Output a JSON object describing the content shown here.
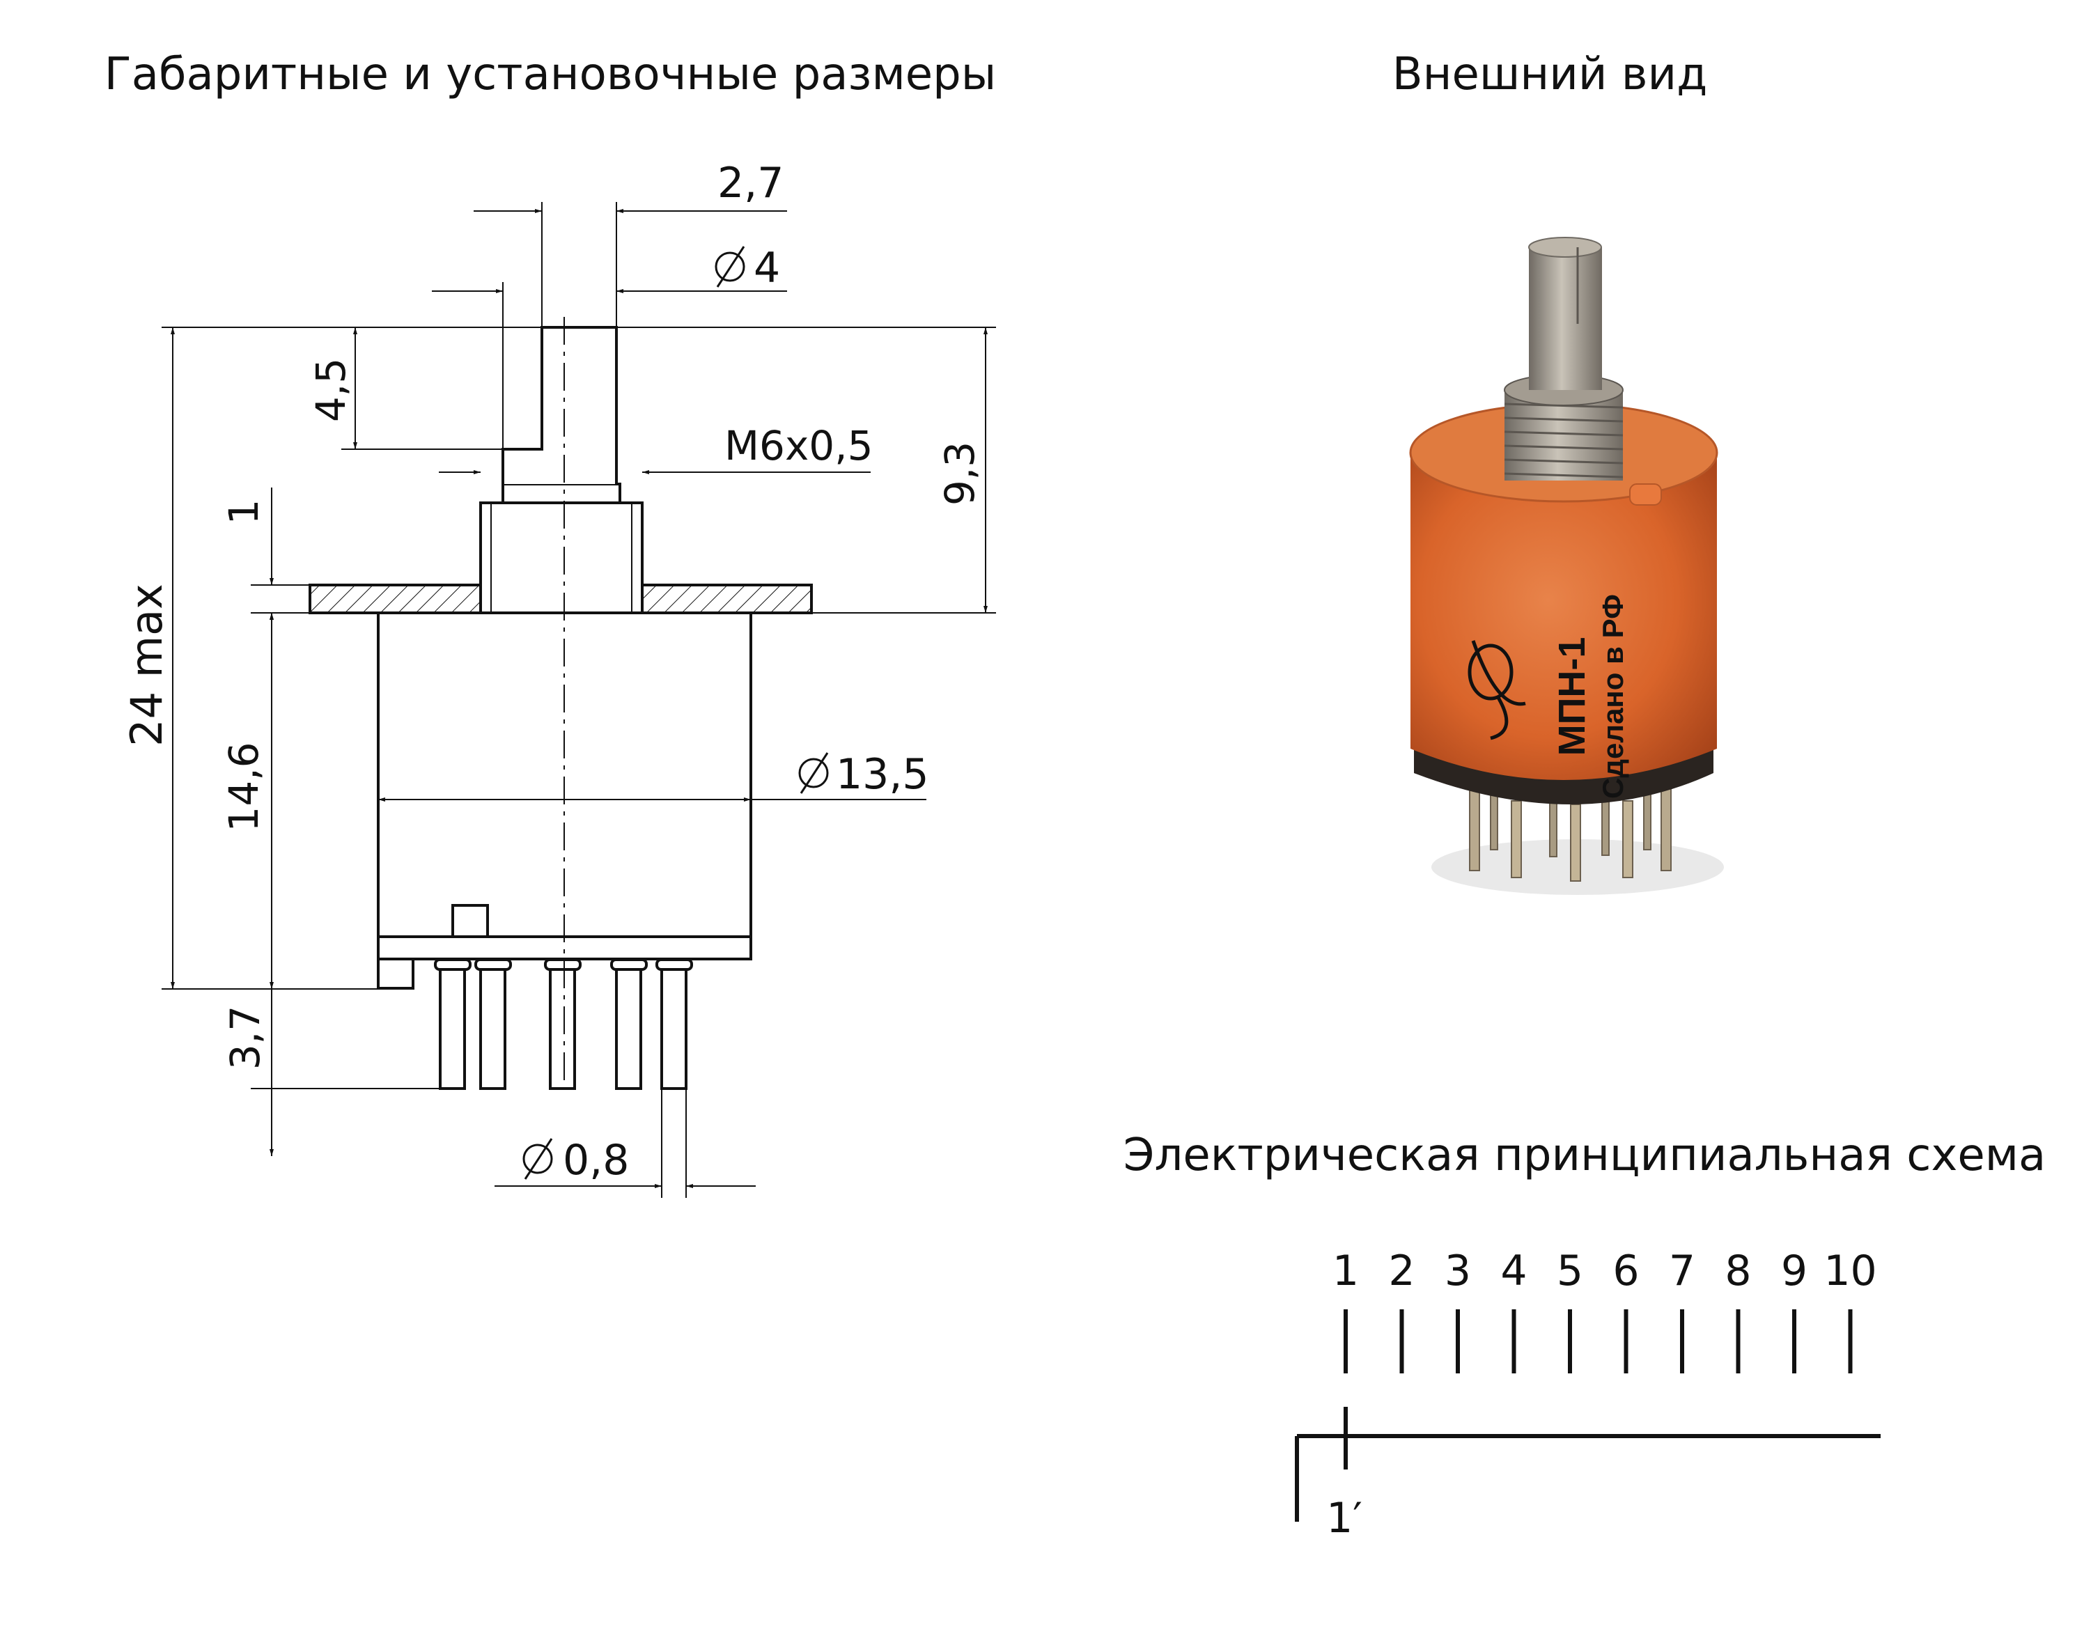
{
  "titles": {
    "dimensions": "Габаритные и установочные размеры",
    "appearance": "Внешний вид",
    "schematic": "Электрическая принципиальная схема"
  },
  "dimensions": {
    "width_27": "2,7",
    "dia_4": "4",
    "height_45": "4,5",
    "thread": "М6х0,5",
    "height_93": "9,3",
    "height_1": "1",
    "height_24": "24 max",
    "dia_135": "13,5",
    "height_146": "14,6",
    "height_37": "3,7",
    "dia_08": "0,8"
  },
  "product": {
    "model": "МПН-1",
    "made_in": "Сделано в РФ",
    "body_color": "#d9642a",
    "metal_color": "#9a9287"
  },
  "schematic": {
    "contacts": [
      "1",
      "2",
      "3",
      "4",
      "5",
      "6",
      "7",
      "8",
      "9",
      "10"
    ],
    "common": "1′"
  },
  "colors": {
    "line": "#111111"
  }
}
